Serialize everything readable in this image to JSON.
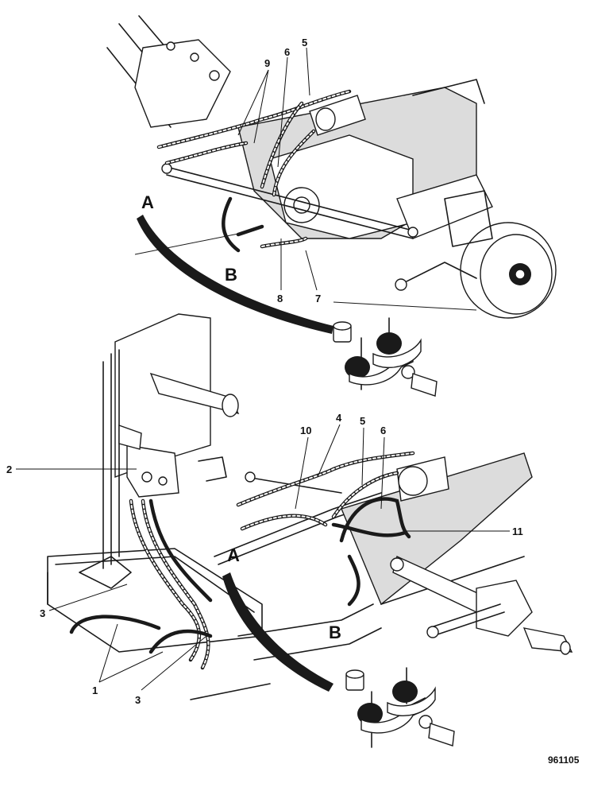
{
  "figure": {
    "view_labels": {
      "a": "A",
      "b": "B"
    },
    "callouts": {
      "c1": "1",
      "c2": "2",
      "c3": "3",
      "c4": "4",
      "c5": "5",
      "c6": "6",
      "c7": "7",
      "c8": "8",
      "c9": "9",
      "c10": "10",
      "c11": "11"
    },
    "reference_number": "961105"
  }
}
